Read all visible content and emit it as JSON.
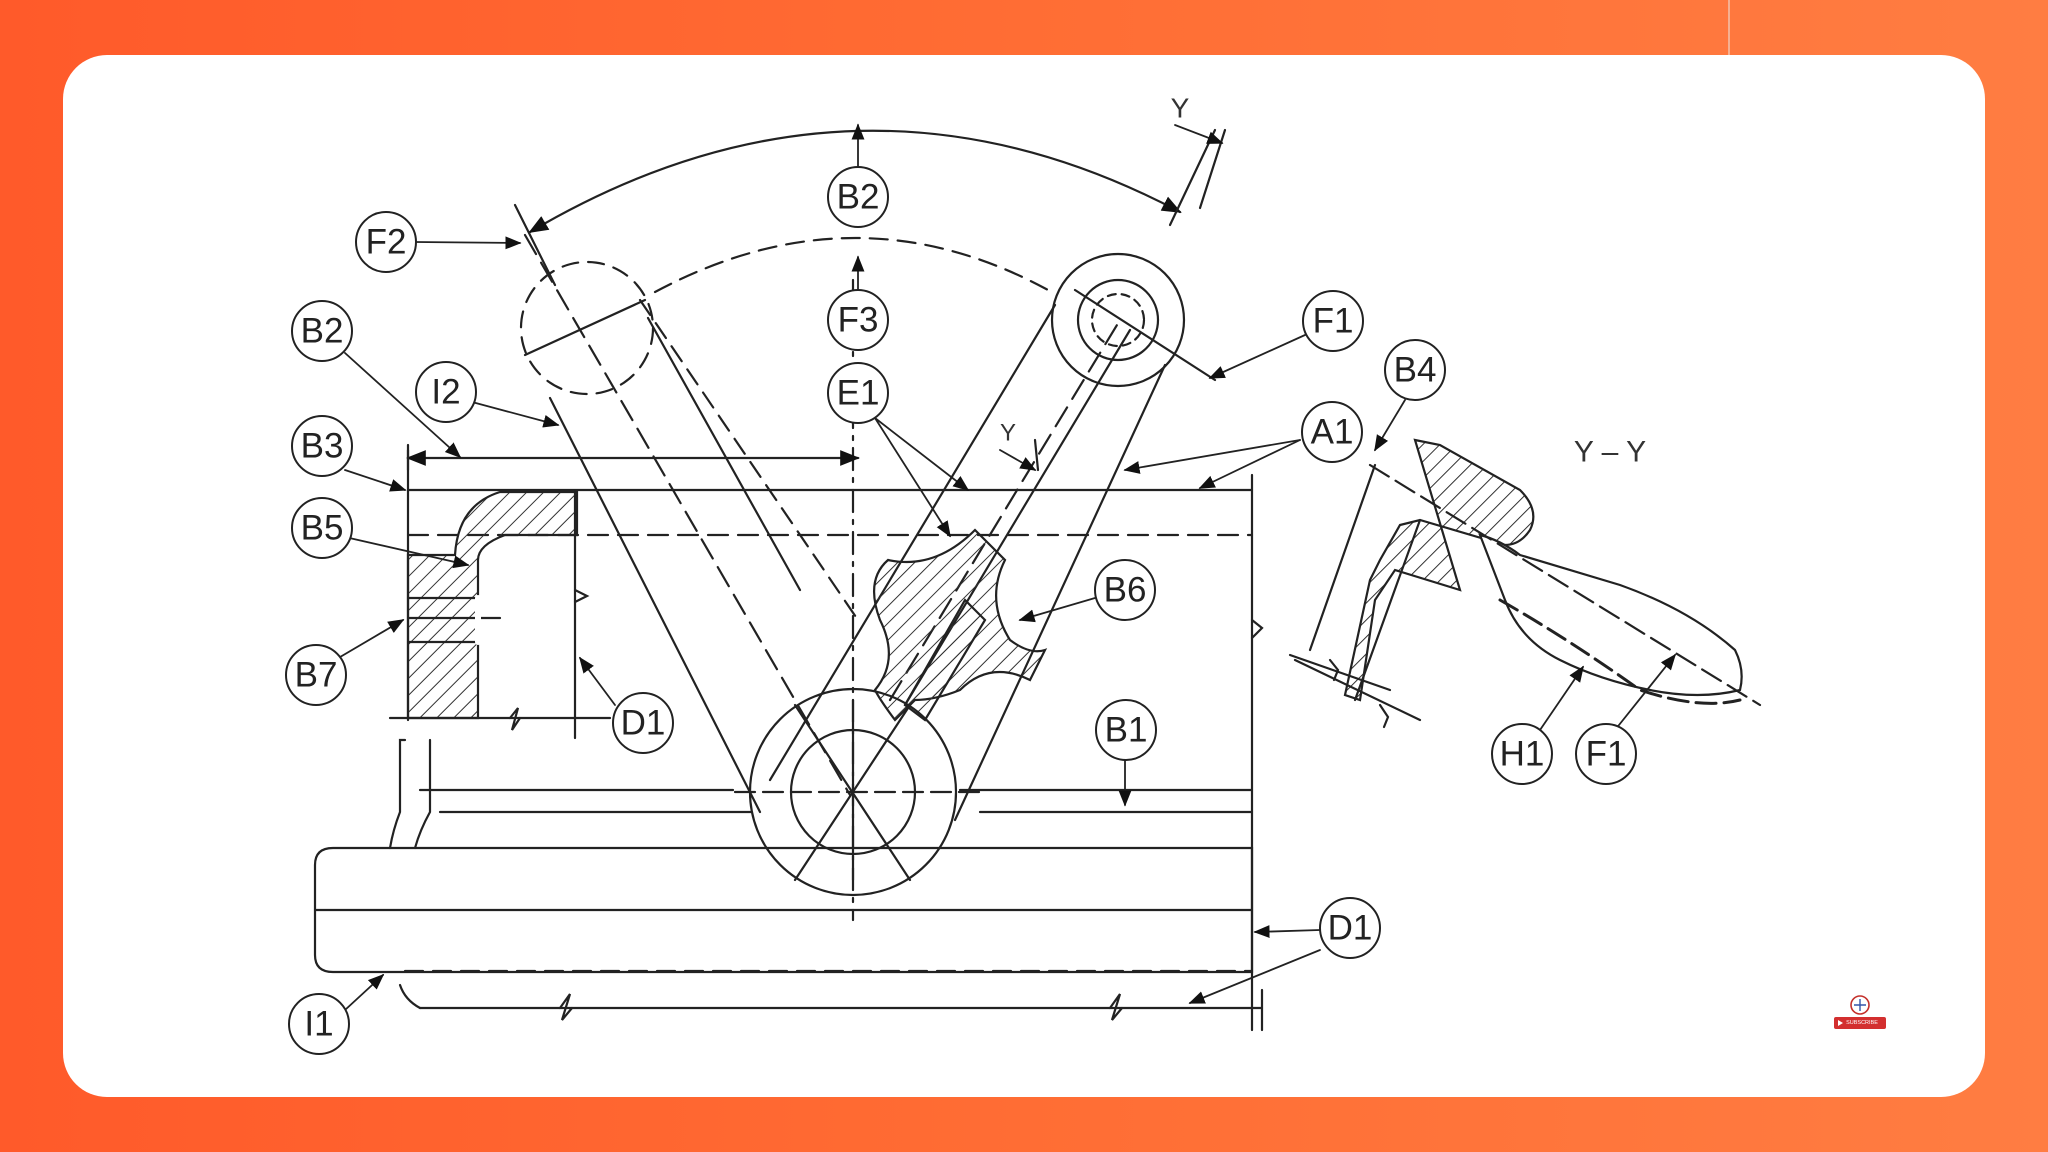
{
  "diagram": {
    "view_title": "Y – Y",
    "section_marks": [
      "Y",
      "Y"
    ],
    "callouts": [
      "B2",
      "F2",
      "F3",
      "F1",
      "E1",
      "B4",
      "A1",
      "B2",
      "I2",
      "B3",
      "B5",
      "B6",
      "B7",
      "D1",
      "B1",
      "H1",
      "F1",
      "D1",
      "I1"
    ]
  },
  "badge": {
    "label": "SUBSCRIBE"
  },
  "colors": {
    "background": "#ff6a30",
    "card": "#ffffff",
    "ink": "#222222",
    "hatch": "#333333"
  }
}
